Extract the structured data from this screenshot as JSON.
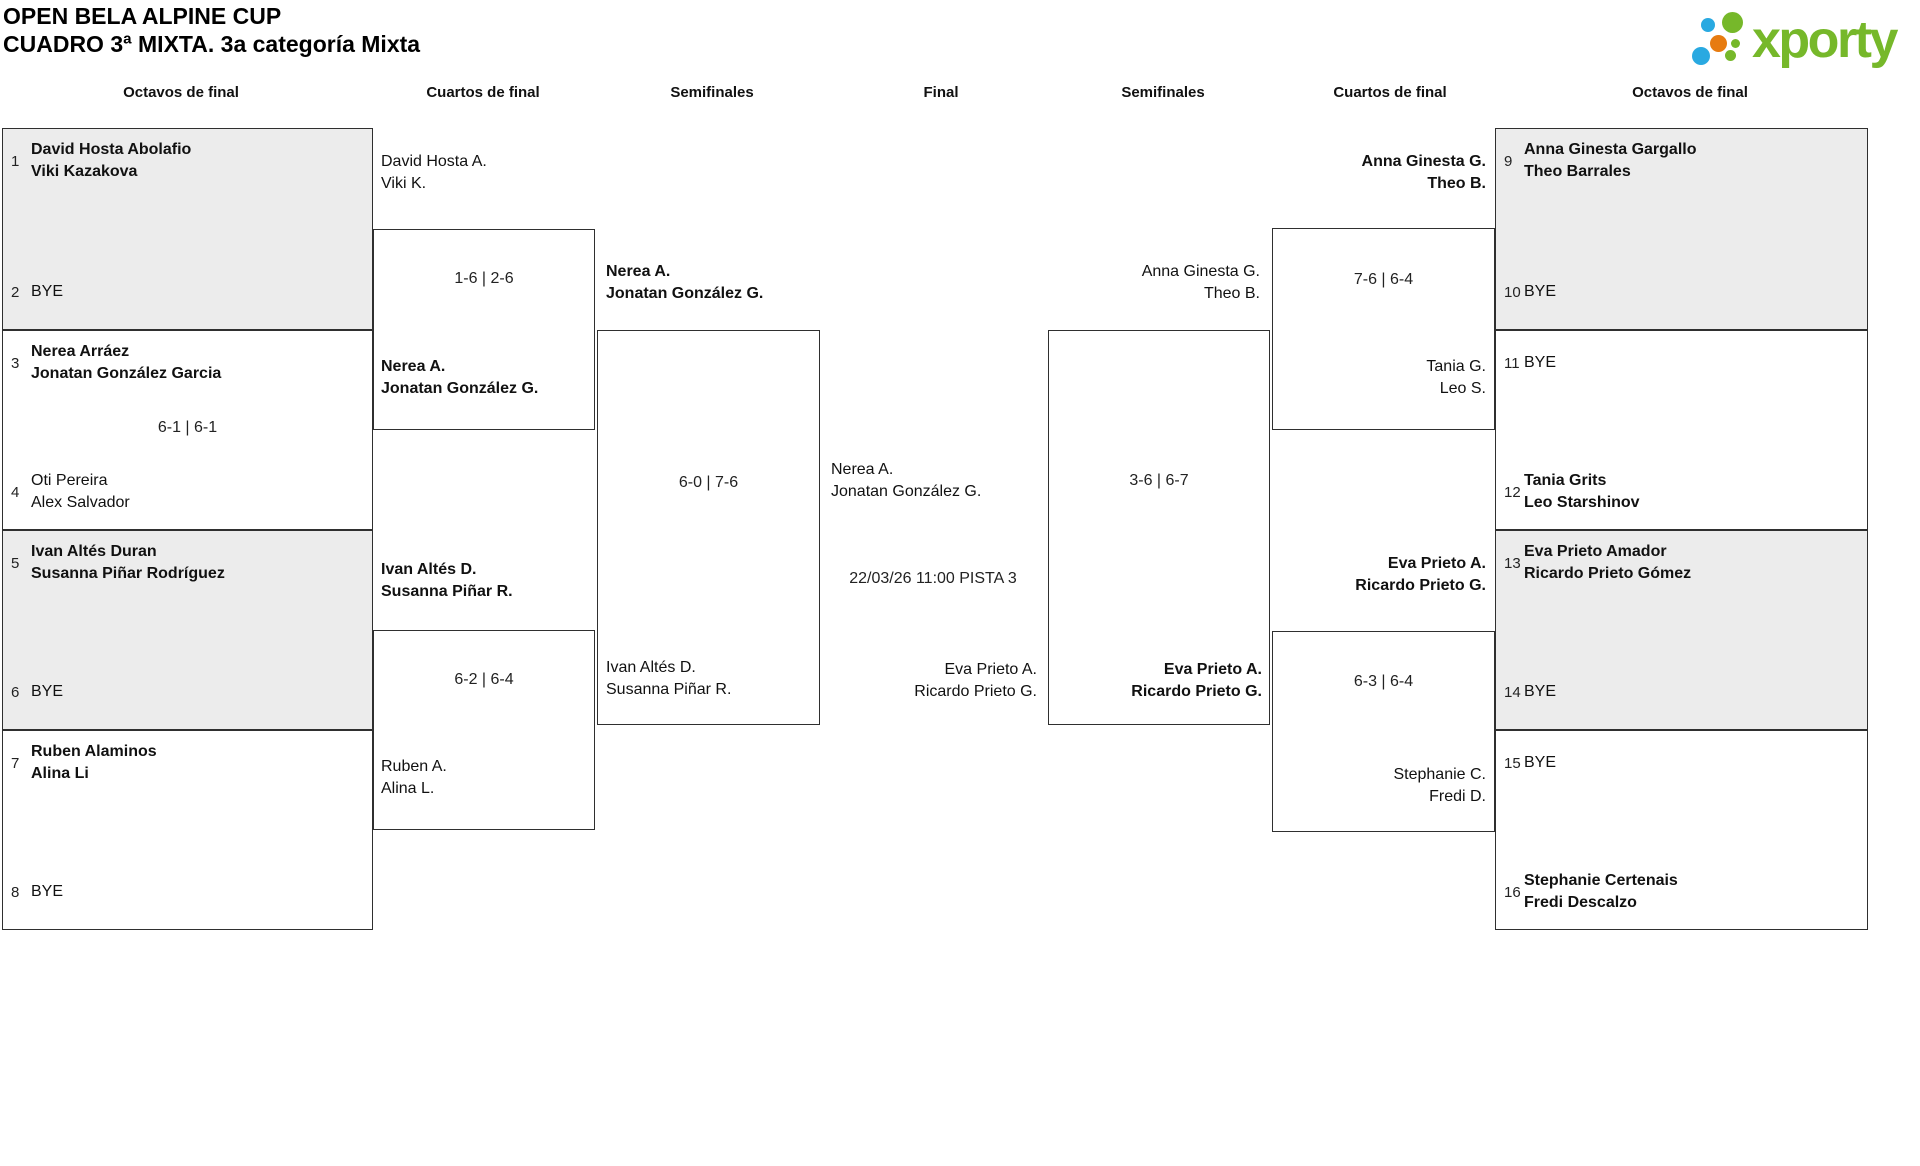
{
  "title": {
    "line1": "OPEN BELA ALPINE CUP",
    "line2": "CUADRO 3ª MIXTA. 3a categoría Mixta"
  },
  "logo": {
    "text": "xporty"
  },
  "colors": {
    "accent_green": "#76b82a",
    "accent_blue": "#29a9e1",
    "accent_orange": "#e77b10",
    "box_fill": "#ececec",
    "border": "#2f2f2f"
  },
  "round_headers": [
    "Octavos de final",
    "Cuartos de final",
    "Semifinales",
    "Final",
    "Semifinales",
    "Cuartos de final",
    "Octavos de final"
  ],
  "r16_left": [
    {
      "score": "",
      "top": {
        "seed": "1",
        "line1": "David Hosta Abolafio",
        "line2": "Viki Kazakova",
        "bold": true
      },
      "bottom": {
        "seed": "2",
        "line1": "BYE",
        "line2": "",
        "bold": false
      }
    },
    {
      "score": "6-1 | 6-1",
      "top": {
        "seed": "3",
        "line1": "Nerea Arráez",
        "line2": "Jonatan González Garcia",
        "bold": true
      },
      "bottom": {
        "seed": "4",
        "line1": "Oti Pereira",
        "line2": "Alex Salvador",
        "bold": false
      }
    },
    {
      "score": "",
      "top": {
        "seed": "5",
        "line1": "Ivan Altés Duran",
        "line2": "Susanna Piñar Rodríguez",
        "bold": true
      },
      "bottom": {
        "seed": "6",
        "line1": "BYE",
        "line2": "",
        "bold": false
      }
    },
    {
      "score": "",
      "top": {
        "seed": "7",
        "line1": "Ruben Alaminos",
        "line2": "Alina Li",
        "bold": true
      },
      "bottom": {
        "seed": "8",
        "line1": "BYE",
        "line2": "",
        "bold": false
      }
    }
  ],
  "r16_right": [
    {
      "score": "",
      "top": {
        "seed": "9",
        "line1": "Anna Ginesta Gargallo",
        "line2": "Theo Barrales",
        "bold": true
      },
      "bottom": {
        "seed": "10",
        "line1": "BYE",
        "line2": "",
        "bold": false
      }
    },
    {
      "score": "",
      "top": {
        "seed": "11",
        "line1": "BYE",
        "line2": "",
        "bold": false
      },
      "bottom": {
        "seed": "12",
        "line1": "Tania Grits",
        "line2": "Leo Starshinov",
        "bold": true
      }
    },
    {
      "score": "",
      "top": {
        "seed": "13",
        "line1": "Eva Prieto Amador",
        "line2": "Ricardo Prieto Gómez",
        "bold": true
      },
      "bottom": {
        "seed": "14",
        "line1": "BYE",
        "line2": "",
        "bold": false
      }
    },
    {
      "score": "",
      "top": {
        "seed": "15",
        "line1": "BYE",
        "line2": "",
        "bold": false
      },
      "bottom": {
        "seed": "16",
        "line1": "Stephanie Certenais",
        "line2": "Fredi Descalzo",
        "bold": true
      }
    }
  ],
  "qf_left": [
    {
      "score": "1-6 | 2-6",
      "top": {
        "line1": "David Hosta A.",
        "line2": "Viki K.",
        "bold": false
      },
      "bottom": {
        "line1": "Nerea A.",
        "line2": "Jonatan González G.",
        "bold": true
      }
    },
    {
      "score": "6-2 | 6-4",
      "top": {
        "line1": "Ivan Altés D.",
        "line2": "Susanna Piñar R.",
        "bold": true
      },
      "bottom": {
        "line1": "Ruben A.",
        "line2": "Alina L.",
        "bold": false
      }
    }
  ],
  "qf_right": [
    {
      "score": "7-6 | 6-4",
      "top": {
        "line1": "Anna Ginesta G.",
        "line2": "Theo B.",
        "bold": true
      },
      "bottom": {
        "line1": "Tania G.",
        "line2": "Leo S.",
        "bold": false
      }
    },
    {
      "score": "6-3 | 6-4",
      "top": {
        "line1": "Eva Prieto A.",
        "line2": "Ricardo Prieto G.",
        "bold": true
      },
      "bottom": {
        "line1": "Stephanie C.",
        "line2": "Fredi D.",
        "bold": false
      }
    }
  ],
  "sf_left": {
    "score": "6-0 | 7-6",
    "top": {
      "line1": "Nerea A.",
      "line2": "Jonatan González G.",
      "bold": true
    },
    "bottom": {
      "line1": "Ivan Altés D.",
      "line2": "Susanna Piñar R.",
      "bold": false
    }
  },
  "sf_right": {
    "score": "3-6 | 6-7",
    "top": {
      "line1": "Anna Ginesta G.",
      "line2": "Theo B.",
      "bold": false
    },
    "bottom": {
      "line1": "Eva Prieto A.",
      "line2": "Ricardo Prieto G.",
      "bold": true
    }
  },
  "final": {
    "schedule": "22/03/26 11:00 PISTA 3",
    "left": {
      "line1": "Nerea A.",
      "line2": "Jonatan González G."
    },
    "right": {
      "line1": "Eva Prieto A.",
      "line2": "Ricardo Prieto G."
    }
  }
}
